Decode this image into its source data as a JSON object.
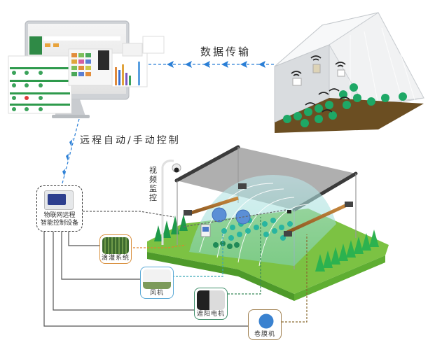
{
  "labels": {
    "data_transmission": "数据传输",
    "remote_control": "远程自动/手动控制",
    "video_monitoring": [
      "视",
      "频",
      "监",
      "控"
    ],
    "controller_line1": "物联网远程",
    "controller_line2": "智能控制设备"
  },
  "devices": [
    {
      "name": "drip-irrigation",
      "label": "滴灌系统",
      "border_color": "#d9903f"
    },
    {
      "name": "fan",
      "label": "风机",
      "border_color": "#5aa9d6"
    },
    {
      "name": "shade-motor",
      "label": "遮阳电机",
      "border_color": "#3f8f6a"
    },
    {
      "name": "film-roller",
      "label": "卷膜机",
      "border_color": "#a08050"
    }
  ],
  "colors": {
    "arrow_blue": "#2b7fd6",
    "ground_green": "#7cc243",
    "tree_green": "#1e9a4a",
    "wire_gray": "#555555",
    "orange_dash": "#e0832c",
    "teal_dash": "#3aa6b8",
    "green_dash": "#3a8a5a",
    "brown_dash": "#8a6a30"
  }
}
